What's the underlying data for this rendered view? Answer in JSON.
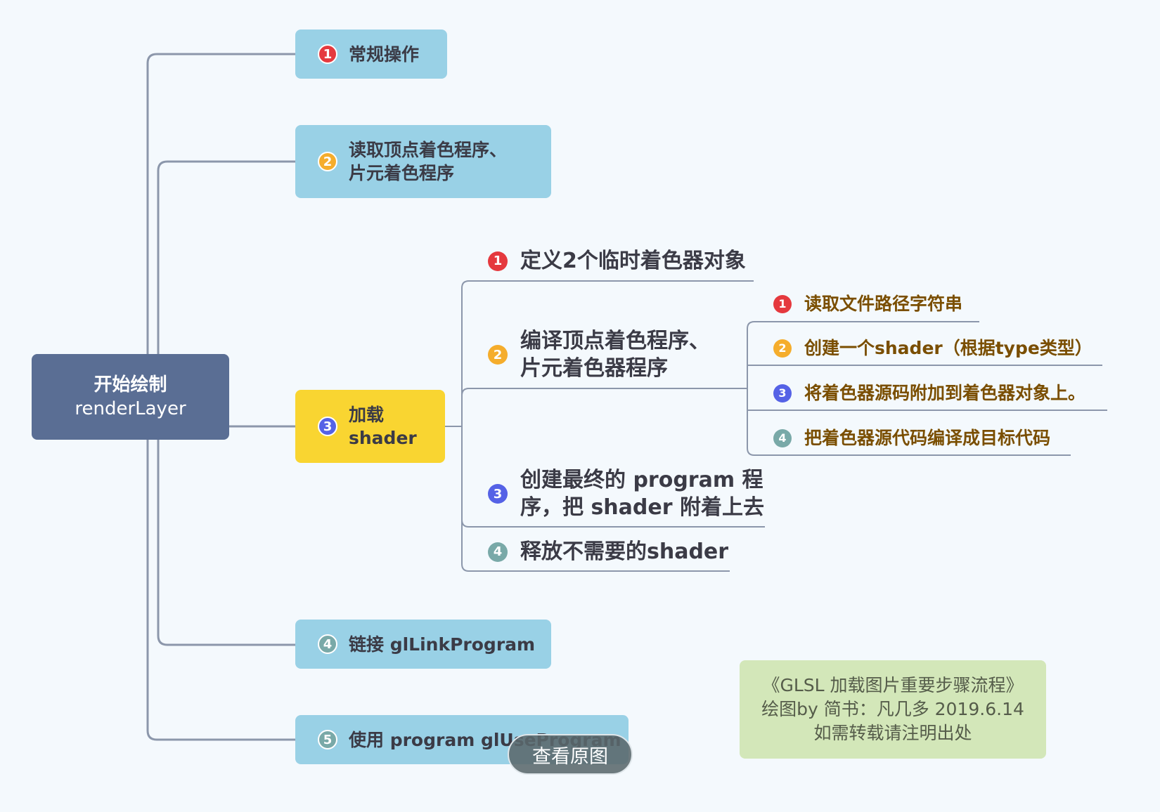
{
  "colors": {
    "red": "#e5393e",
    "orange": "#f5ad2c",
    "indigo": "#5562e6",
    "teal": "#79a9a8",
    "root_bg": "#5a6e94",
    "branch_bg": "#99d1e6",
    "active_bg": "#f9d531",
    "note_bg": "#d3e7b9",
    "line": "#8c97ab"
  },
  "root": {
    "line1": "开始绘制",
    "line2": "renderLayer"
  },
  "branches": [
    {
      "num": "1",
      "label": "常规操作"
    },
    {
      "num": "2",
      "line1": "读取顶点着色程序、",
      "line2": "片元着色程序"
    },
    {
      "num": "3",
      "line1": "加载",
      "line2": "shader"
    },
    {
      "num": "4",
      "label": "链接 glLinkProgram"
    },
    {
      "num": "5",
      "label": "使用 program glUseProgram"
    }
  ],
  "shader_steps": [
    {
      "num": "1",
      "label": "定义2个临时着色器对象"
    },
    {
      "num": "2",
      "line1": "编译顶点着色程序、",
      "line2": "片元着色器程序"
    },
    {
      "num": "3",
      "line1": "创建最终的 program 程",
      "line2": "序，把 shader 附着上去"
    },
    {
      "num": "4",
      "label": "释放不需要的shader"
    }
  ],
  "compile_steps": [
    {
      "num": "1",
      "label": "读取文件路径字符串"
    },
    {
      "num": "2",
      "label": "创建一个shader（根据type类型）"
    },
    {
      "num": "3",
      "label": "将着色器源码附加到着色器对象上。"
    },
    {
      "num": "4",
      "label": "把着色器源代码编译成目标代码"
    }
  ],
  "note": {
    "line1": "《GLSL 加载图片重要步骤流程》",
    "line2": "绘图by 简书：凡几多  2019.6.14",
    "line3": "如需转载请注明出处"
  },
  "view_button": "查看原图"
}
